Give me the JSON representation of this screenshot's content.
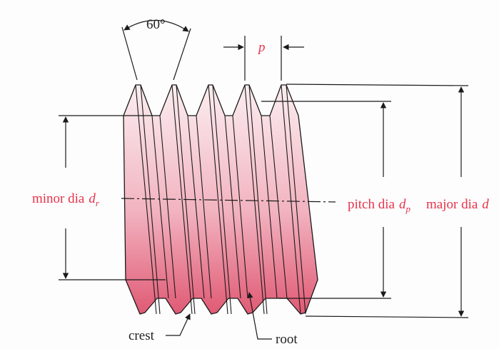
{
  "diagram": {
    "labels": {
      "angle": "60°",
      "pitch": "p",
      "minor_dia": {
        "text": "minor dia",
        "symbol": "d",
        "subscript": "r"
      },
      "pitch_dia": {
        "text": "pitch dia",
        "symbol": "d",
        "subscript": "p"
      },
      "major_dia": {
        "text": "major dia",
        "symbol": "d"
      },
      "crest": "crest",
      "root": "root"
    },
    "colors": {
      "accent": "#e8324a",
      "thread_fill_top": "#f9e6ea",
      "thread_fill_bottom": "#e05a74",
      "line": "#1a1a1a"
    }
  }
}
